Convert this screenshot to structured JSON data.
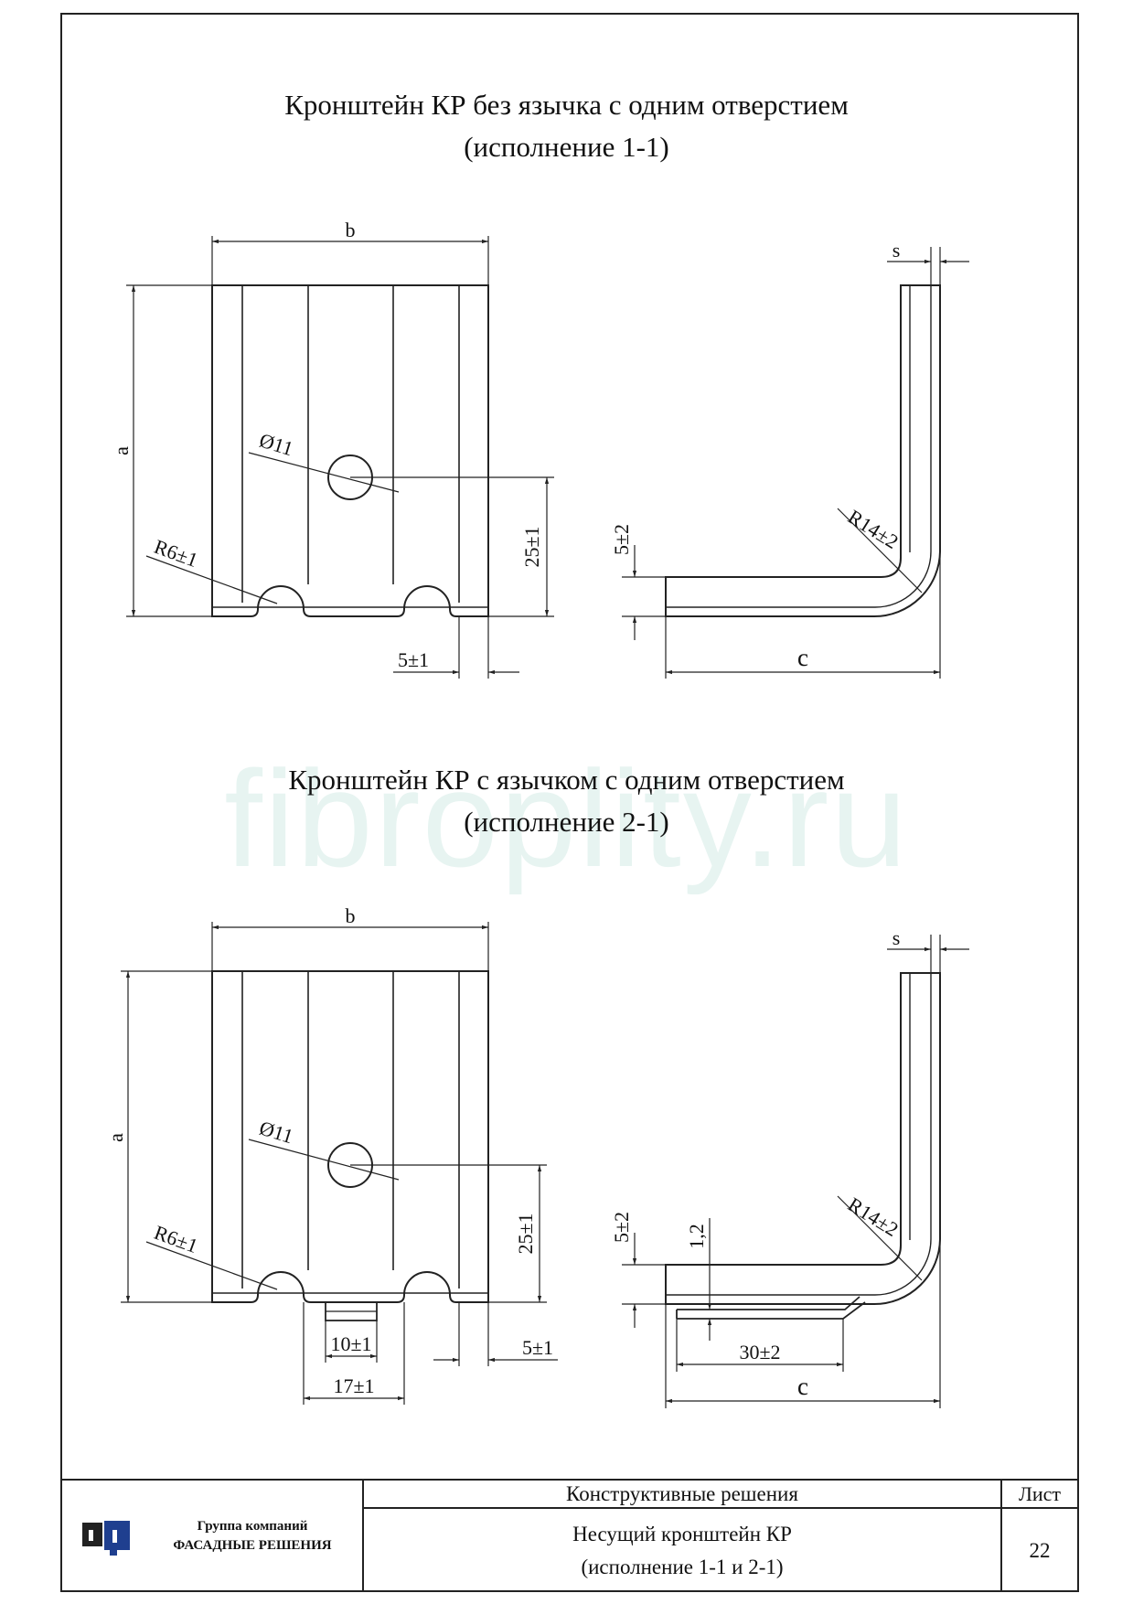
{
  "title1": {
    "line1": "Кронштейн КР без язычка с одним отверстием",
    "line2": "(исполнение 1-1)"
  },
  "title2": {
    "line1": "Кронштейн КР с язычком с одним отверстием",
    "line2": "(исполнение 2-1)"
  },
  "watermark": "fibroplity.ru",
  "dims": {
    "b": "b",
    "a": "a",
    "c": "c",
    "s": "s",
    "hole": "Ø11",
    "radius_small": "R6±1",
    "height": "25±1",
    "edge": "5±1",
    "bend": "5±2",
    "radius_bend": "R14±2",
    "tongue_w": "10±1",
    "tongue_outer": "17±1",
    "tongue_len": "30±2",
    "tongue_t": "1,2"
  },
  "stamp": {
    "company_line1": "Группа компаний",
    "company_line2": "ФАСАДНЫЕ РЕШЕНИЯ",
    "section": "Конструктивные решения",
    "doc_line1": "Несущий кронштейн КР",
    "doc_line2": "(исполнение 1-1 и 2-1)",
    "sheet_label": "Лист",
    "sheet_number": "22"
  },
  "colors": {
    "line": "#222222",
    "watermark": "#e7f4f1",
    "logo": "#1f3f8f"
  }
}
